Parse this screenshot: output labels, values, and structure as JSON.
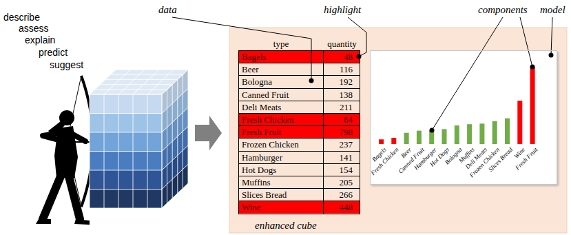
{
  "diagram": {
    "nodes": [
      {
        "text": [
          "enhanced cube"
        ]
      },
      {
        "text": [
          "Bagels",
          "Fresh Chicken",
          "Beer",
          "Canned Fruit",
          "Hamburger",
          "Hot Dogs",
          "Bologna",
          "Muffins",
          "Deli Meats",
          "Frozen Chicken",
          "Slices Bread",
          "Wine",
          "Fresh Fruit"
        ],
        "in": 0
      }
    ],
    "labels": [
      "describe",
      "assess",
      "explain",
      "predict",
      "suggest",
      "data",
      "highlight",
      "components",
      "model",
      "type",
      "quantity",
      "Bagels",
      "48",
      "Beer",
      "116",
      "Bologna",
      "192",
      "Canned Fruit",
      "138",
      "Deli Meats",
      "211",
      "Fresh Chicken",
      "64",
      "Fresh Fruit",
      "798",
      "Frozen Chicken",
      "237",
      "Hamburger",
      "141",
      "Hot Dogs",
      "154",
      "Muffins",
      "205",
      "Slices Bread",
      "266",
      "Wine",
      "448"
    ]
  }
}
